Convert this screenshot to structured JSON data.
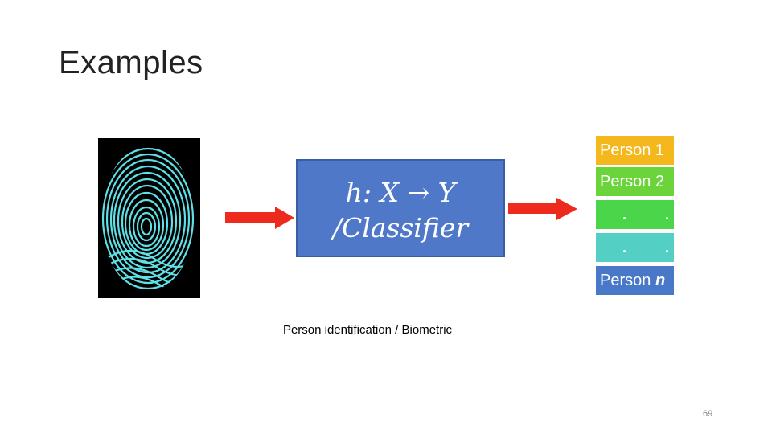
{
  "slide": {
    "title": "Examples",
    "caption": "Person identification / Biometric",
    "page_number": "69"
  },
  "diagram": {
    "classifier": {
      "line1": "h: X → Y",
      "line2": "/Classifier"
    },
    "classes": [
      {
        "label": "Person 1"
      },
      {
        "label": "Person 2"
      },
      {
        "label": ""
      },
      {
        "label": ""
      },
      {
        "prefix": "Person ",
        "var": "n"
      }
    ],
    "colors": {
      "arrow": "#ee2a1e",
      "classifier_box": "#4f78c9",
      "class1": "#f5b81c",
      "class2": "#6ad43a",
      "class3": "#4bd54b",
      "class4": "#54cfc3",
      "class5": "#4a78c8",
      "fingerprint": "#5fe0e6"
    },
    "icons": [
      "fingerprint-image",
      "arrow-right-icon"
    ]
  }
}
